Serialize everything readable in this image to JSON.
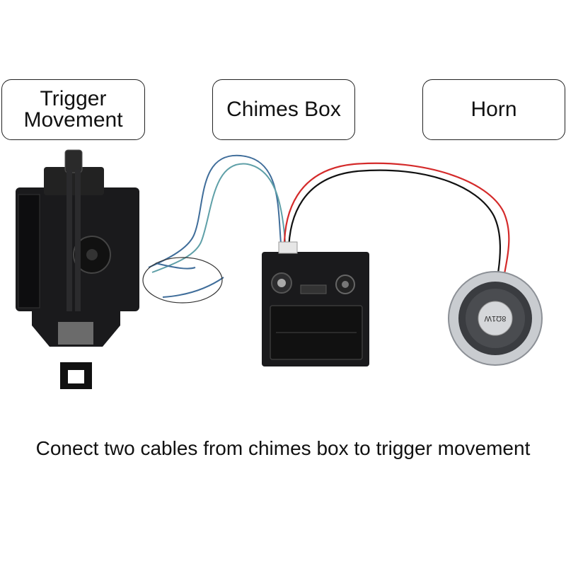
{
  "labels": {
    "trigger_movement": "Trigger\nMovement",
    "chimes_box": "Chimes Box",
    "horn": "Horn"
  },
  "caption": "Conect two cables from chimes box to trigger movement",
  "speaker_marking": "8Ω1W",
  "components": {
    "trigger_movement_icon": "clock-movement-icon",
    "chimes_box_icon": "chimes-box-icon",
    "horn_icon": "speaker-icon"
  },
  "colors": {
    "wire_blue": "#3f6d9a",
    "wire_teal": "#5fa0a8",
    "wire_red": "#d42a2a",
    "wire_black": "#111111",
    "housing": "#1a1a1c",
    "speaker_metal": "#c9ccd0"
  }
}
